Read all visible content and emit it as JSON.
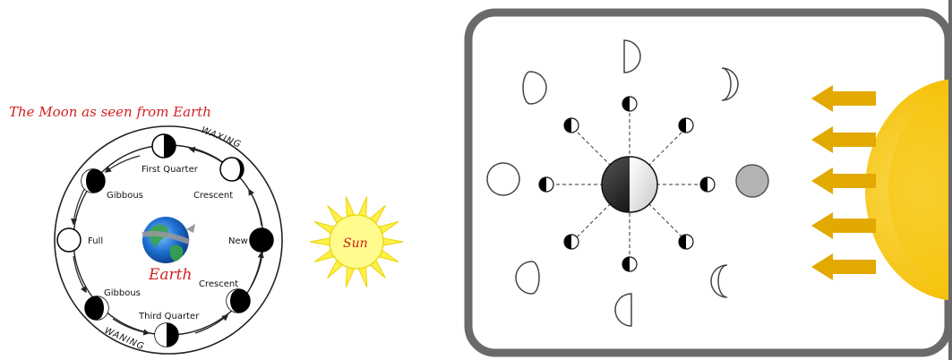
{
  "left_diagram": {
    "title": "The Moon as seen from Earth",
    "title_color": "#d21f1f",
    "center_label": "Earth",
    "center_label_color": "#d21f1f",
    "sun_label": "Sun",
    "sun_label_color": "#d21f1f",
    "waxing_label": "WAXING",
    "waning_label": "WANING",
    "phase_labels": {
      "first_quarter": "First Quarter",
      "crescent_waxing": "Crescent",
      "gibbous_waxing": "Gibbous",
      "full": "Full",
      "new": "New",
      "gibbous_waning": "Gibbous",
      "crescent_waning": "Crescent",
      "third_quarter": "Third Quarter"
    }
  },
  "right_diagram": {
    "frame_color": "#6a6a6a",
    "sun_color": "#f2b705",
    "arrow_color": "#e2a900",
    "new_moon_color": "#b3b3b3"
  }
}
